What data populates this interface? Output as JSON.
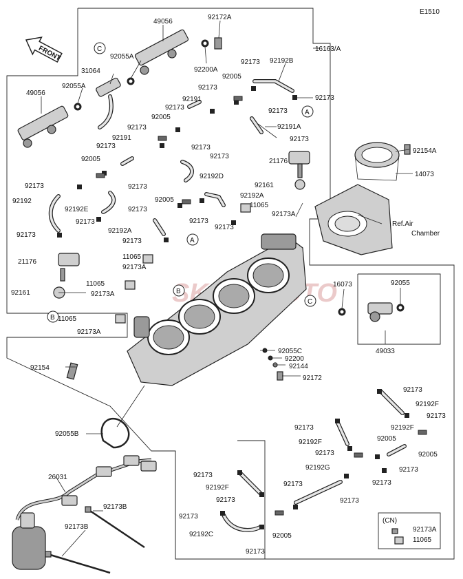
{
  "diagram_code": "E1510",
  "front_label": "FRONT",
  "watermark": "SKLEPMOTO",
  "ref_air_chamber": "Ref.Air\nChamber",
  "cn_label": "(CN)",
  "callout_letters": [
    "A",
    "B",
    "C"
  ],
  "part_numbers": {
    "p16163A": "16163/A",
    "p49056_top": "49056",
    "p49056_left": "49056",
    "p92172A": "92172A",
    "p92200A": "92200A",
    "p92055A_top": "92055A",
    "p92055A_left": "92055A",
    "p31064": "31064",
    "p92192B": "92192B",
    "p92191A": "92191A",
    "p92191": "92191",
    "p92192D": "92192D",
    "p92192E": "92192E",
    "p92192A": "92192A",
    "p21176": "21176",
    "p92161": "92161",
    "p92154A": "92154A",
    "p14073": "14073",
    "p11065": "11065",
    "p92173A": "92173A",
    "p92173": "92173",
    "p92005": "92005",
    "p92192": "92192",
    "p16073": "16073",
    "p92055": "92055",
    "p49033": "49033",
    "p92055C": "92055C",
    "p92200": "92200",
    "p92144": "92144",
    "p92172": "92172",
    "p92154": "92154",
    "p92055B": "92055B",
    "p26031": "26031",
    "p92173B": "92173B",
    "p92192F": "92192F",
    "p92192G": "92192G",
    "p92192C": "92192C"
  }
}
